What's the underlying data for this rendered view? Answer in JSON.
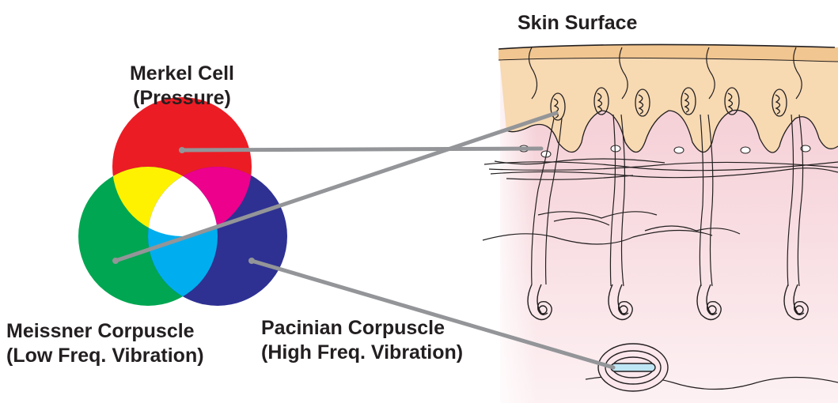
{
  "diagram": {
    "skin_surface_label": "Skin Surface",
    "receptors": [
      {
        "id": "merkel",
        "name": "Merkel Cell",
        "function": "(Pressure)",
        "color": "#ec1c24"
      },
      {
        "id": "meissner",
        "name": "Meissner Corpuscle",
        "function": "(Low Freq. Vibration)",
        "color": "#00a651"
      },
      {
        "id": "pacinian",
        "name": "Pacinian Corpuscle",
        "function": "(High Freq. Vibration)",
        "color": "#2e3192"
      }
    ],
    "overlap_colors": {
      "merkel_meissner": "#fff200",
      "merkel_pacinian": "#ec008c",
      "meissner_pacinian": "#00aeef",
      "all": "#ffffff"
    },
    "skin_colors": {
      "epidermis": "#f7d9b2",
      "dermis": "#f6d0d8",
      "pointer_line": "#939598",
      "nerve_line": "#231f20"
    }
  }
}
